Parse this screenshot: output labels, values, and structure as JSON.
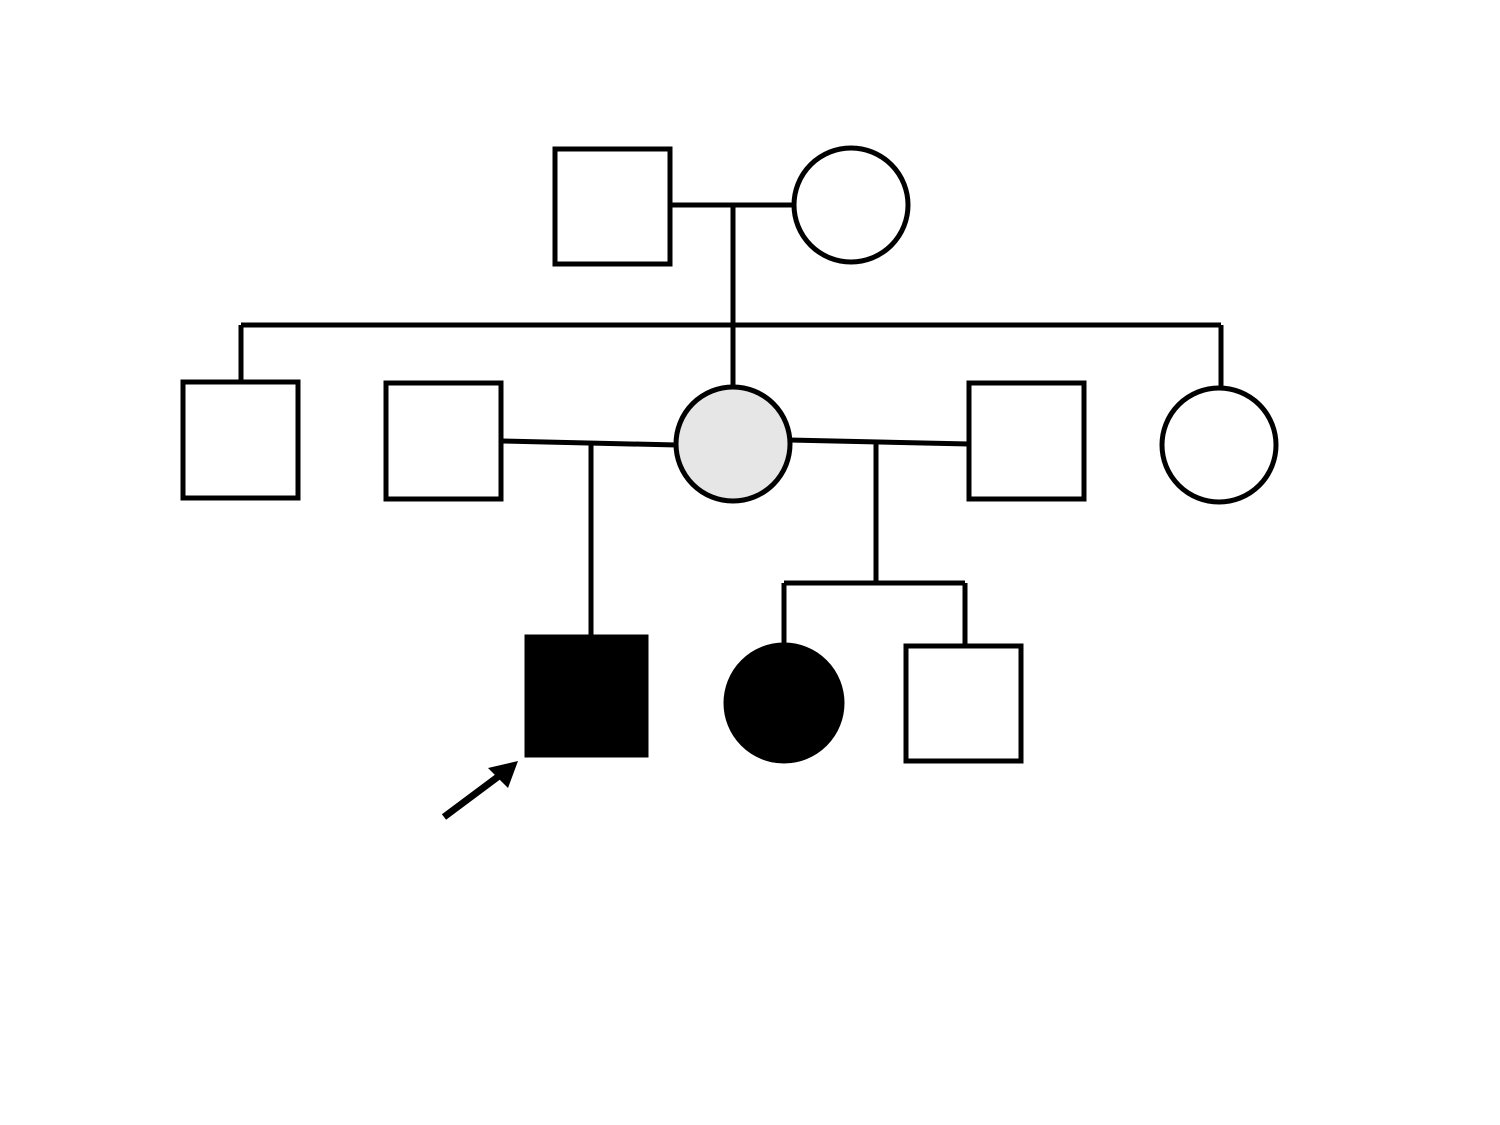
{
  "diagram": {
    "type": "pedigree",
    "colors": {
      "line": "#000000",
      "unaffected": "#ffffff",
      "carrier": "#e6e6e6",
      "affected": "#000000"
    },
    "individuals": [
      {
        "id": "I-1",
        "sex": "male",
        "status": "unaffected"
      },
      {
        "id": "I-2",
        "sex": "female",
        "status": "unaffected"
      },
      {
        "id": "II-1",
        "sex": "male",
        "status": "unaffected"
      },
      {
        "id": "II-2",
        "sex": "male",
        "status": "unaffected"
      },
      {
        "id": "II-3",
        "sex": "female",
        "status": "carrier"
      },
      {
        "id": "II-4",
        "sex": "male",
        "status": "unaffected"
      },
      {
        "id": "II-5",
        "sex": "female",
        "status": "unaffected"
      },
      {
        "id": "III-1",
        "sex": "male",
        "status": "affected",
        "proband": true
      },
      {
        "id": "III-2",
        "sex": "female",
        "status": "affected"
      },
      {
        "id": "III-3",
        "sex": "male",
        "status": "unaffected"
      }
    ]
  }
}
